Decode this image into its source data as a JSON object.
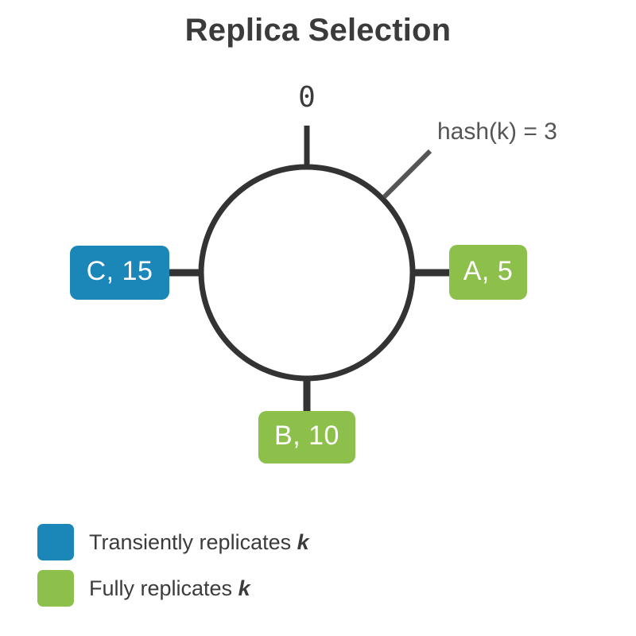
{
  "diagram": {
    "title": "Replica Selection",
    "ring": {
      "zero_label": "0",
      "callout": "hash(k) = 3",
      "stroke_color": "#333333"
    },
    "nodes": [
      {
        "id": "c",
        "label": "C, 15",
        "color": "#1a87b8",
        "position": "left"
      },
      {
        "id": "a",
        "label": "A, 5",
        "color": "#8cc04b",
        "position": "right"
      },
      {
        "id": "b",
        "label": "B, 10",
        "color": "#8cc04b",
        "position": "bottom"
      }
    ],
    "legend": [
      {
        "color": "#1a87b8",
        "text": "Transiently replicates ",
        "key": "k"
      },
      {
        "color": "#8cc04b",
        "text": "Fully replicates ",
        "key": "k"
      }
    ]
  }
}
